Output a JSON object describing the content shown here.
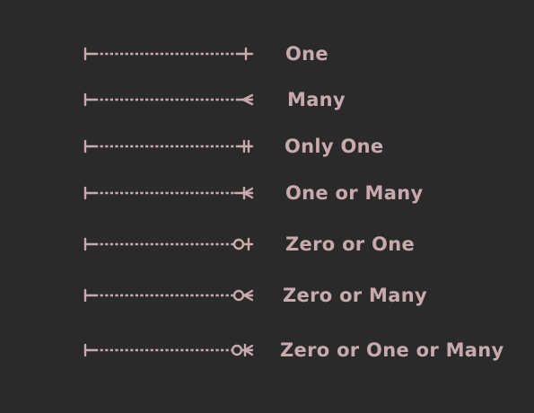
{
  "legend": {
    "items": [
      {
        "label": "One",
        "end": "one",
        "icon": "one-end-icon"
      },
      {
        "label": "Many",
        "end": "many",
        "icon": "many-end-icon"
      },
      {
        "label": "Only One",
        "end": "only-one",
        "icon": "only-one-end-icon"
      },
      {
        "label": "One or Many",
        "end": "one-or-many",
        "icon": "one-or-many-end-icon"
      },
      {
        "label": "Zero or One",
        "end": "zero-or-one",
        "icon": "zero-or-one-end-icon"
      },
      {
        "label": "Zero or Many",
        "end": "zero-or-many",
        "icon": "zero-or-many-end-icon"
      },
      {
        "label": "Zero or One or Many",
        "end": "zero-or-one-or-many",
        "icon": "zero-or-one-or-many-end-icon"
      }
    ]
  },
  "colors": {
    "background": "#2a2a2a",
    "foreground": "#c8aaae"
  }
}
